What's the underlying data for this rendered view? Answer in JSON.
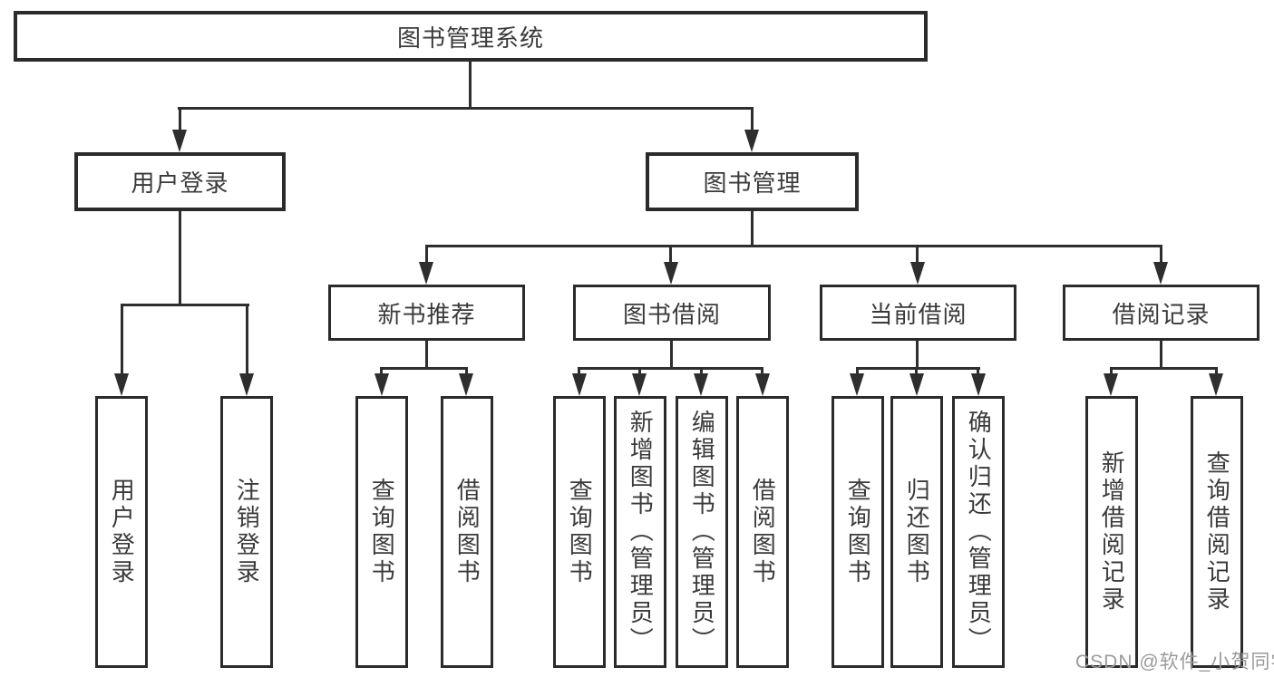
{
  "colors": {
    "background": "#ffffff",
    "line": "#2e2e2e",
    "box_border": "#2b2b2b",
    "text": "#3a3a3a",
    "watermark": "#9a9a9a"
  },
  "watermark": {
    "text": "CSDN @软件_小贺同学"
  },
  "tree": {
    "root": {
      "label": "图书管理系统"
    },
    "branches": [
      {
        "label": "用户登录",
        "children": [
          {
            "label": "用户登录"
          },
          {
            "label": "注销登录"
          }
        ]
      },
      {
        "label": "图书管理",
        "groups": [
          {
            "label": "新书推荐",
            "children": [
              {
                "label": "查询图书"
              },
              {
                "label": "借阅图书"
              }
            ]
          },
          {
            "label": "图书借阅",
            "children": [
              {
                "label": "查询图书"
              },
              {
                "label": "新增图书（管理员）"
              },
              {
                "label": "编辑图书（管理员）"
              },
              {
                "label": "借阅图书"
              }
            ]
          },
          {
            "label": "当前借阅",
            "children": [
              {
                "label": "查询图书"
              },
              {
                "label": "归还图书"
              },
              {
                "label": "确认归还（管理员）"
              }
            ]
          },
          {
            "label": "借阅记录",
            "children": [
              {
                "label": "新增借阅记录"
              },
              {
                "label": "查询借阅记录"
              }
            ]
          }
        ]
      }
    ]
  }
}
